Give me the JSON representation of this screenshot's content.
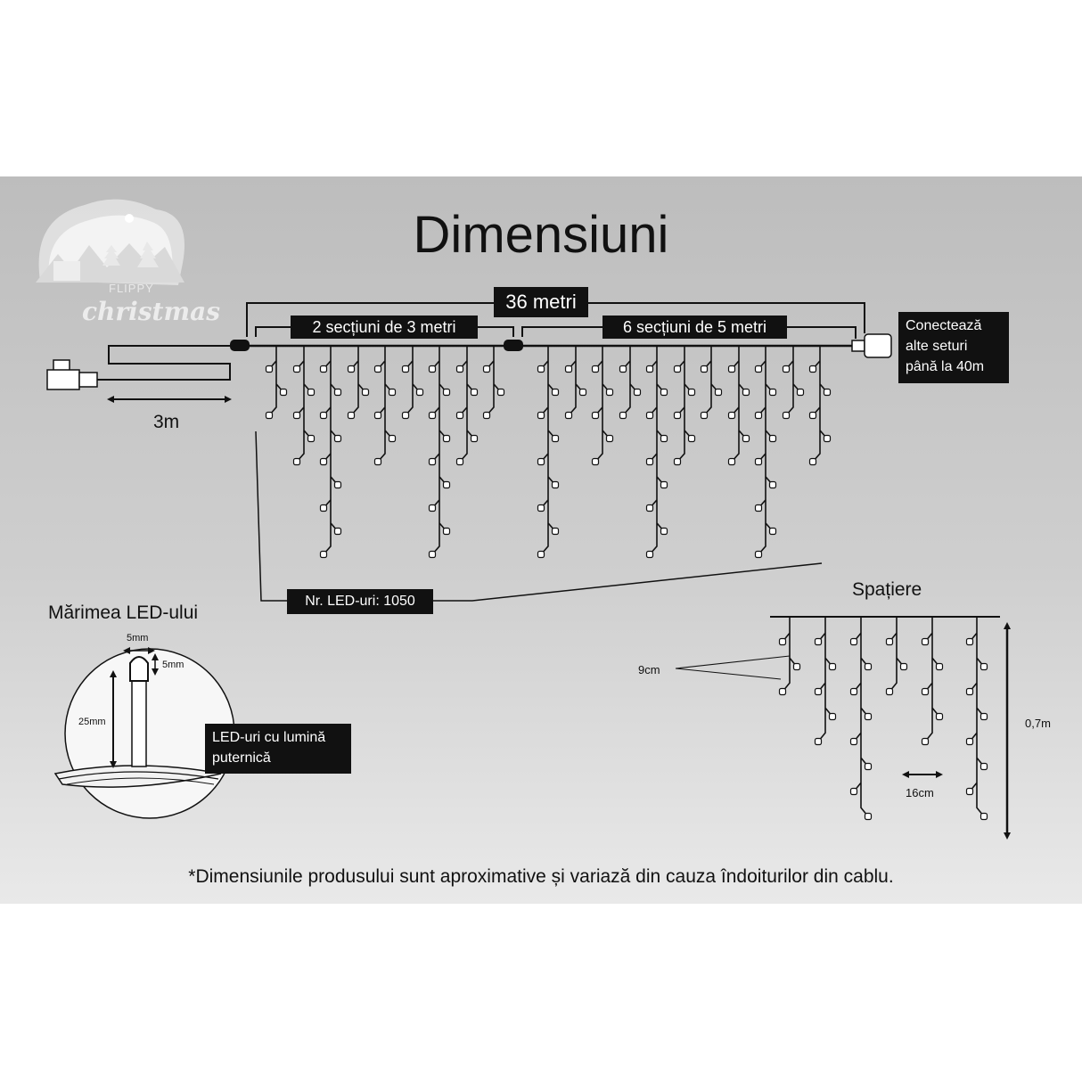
{
  "title": "Dimensiuni",
  "logo": {
    "brand": "FLIPPY",
    "script": "christmas"
  },
  "labels": {
    "total_length": "36 metri",
    "section_a": "2 secțiuni de 3 metri",
    "section_b": "6 secțiuni de 5 metri",
    "connect": [
      "Conectează",
      "alte seturi",
      "până la 40m"
    ],
    "lead_cable": "3m",
    "led_count": "Nr. LED-uri: 1050",
    "led_size_title": "Mărimea LED-ului",
    "led_width": "5mm",
    "led_height": "5mm",
    "led_length": "25mm",
    "bright_led": [
      "LED-uri cu lumină",
      "puternică"
    ],
    "spacing_title": "Spațiere",
    "spacing_vertical": "9cm",
    "spacing_horizontal": "16cm",
    "drop_height": "0,7m",
    "footnote": "*Dimensiunile produsului sunt aproximative și variază din cauza îndoiturilor din cablu."
  },
  "colors": {
    "panel": "#c6c6c6",
    "ink": "#111111",
    "led": "#ffffff"
  }
}
